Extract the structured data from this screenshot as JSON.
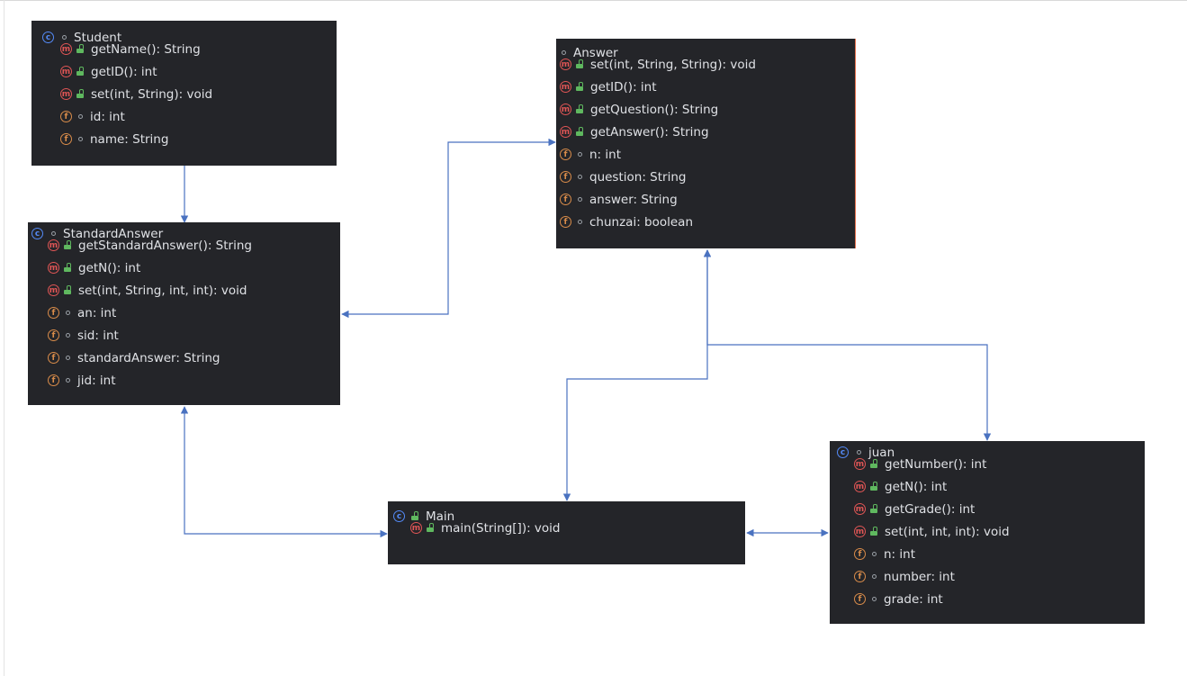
{
  "classes": {
    "student": {
      "header": {
        "name": "Student",
        "visibility": "package"
      },
      "members": [
        {
          "kind": "method",
          "visibility": "public",
          "signature": "getName(): String"
        },
        {
          "kind": "method",
          "visibility": "public",
          "signature": "getID(): int"
        },
        {
          "kind": "method",
          "visibility": "public",
          "signature": "set(int, String): void"
        },
        {
          "kind": "field",
          "visibility": "package",
          "signature": "id: int"
        },
        {
          "kind": "field",
          "visibility": "package",
          "signature": "name: String"
        }
      ]
    },
    "standard_answer": {
      "header": {
        "name": "StandardAnswer",
        "visibility": "package"
      },
      "members": [
        {
          "kind": "method",
          "visibility": "public",
          "signature": "getStandardAnswer(): String"
        },
        {
          "kind": "method",
          "visibility": "public",
          "signature": "getN(): int"
        },
        {
          "kind": "method",
          "visibility": "public",
          "signature": "set(int, String, int, int): void"
        },
        {
          "kind": "field",
          "visibility": "package",
          "signature": "an: int"
        },
        {
          "kind": "field",
          "visibility": "package",
          "signature": "sid: int"
        },
        {
          "kind": "field",
          "visibility": "package",
          "signature": "standardAnswer: String"
        },
        {
          "kind": "field",
          "visibility": "package",
          "signature": "jid: int"
        }
      ]
    },
    "answer": {
      "header": {
        "name": "Answer",
        "visibility": "package"
      },
      "members": [
        {
          "kind": "method",
          "visibility": "public",
          "signature": "set(int, String, String): void"
        },
        {
          "kind": "method",
          "visibility": "public",
          "signature": "getID(): int"
        },
        {
          "kind": "method",
          "visibility": "public",
          "signature": "getQuestion(): String"
        },
        {
          "kind": "method",
          "visibility": "public",
          "signature": "getAnswer(): String"
        },
        {
          "kind": "field",
          "visibility": "package",
          "signature": "n: int"
        },
        {
          "kind": "field",
          "visibility": "package",
          "signature": "question: String"
        },
        {
          "kind": "field",
          "visibility": "package",
          "signature": "answer: String"
        },
        {
          "kind": "field",
          "visibility": "package",
          "signature": "chunzai: boolean"
        }
      ]
    },
    "main": {
      "header": {
        "name": "Main",
        "visibility": "public"
      },
      "members": [
        {
          "kind": "method",
          "visibility": "public",
          "signature": "main(String[]): void"
        }
      ]
    },
    "juan": {
      "header": {
        "name": "juan",
        "visibility": "package"
      },
      "members": [
        {
          "kind": "method",
          "visibility": "public",
          "signature": "getNumber(): int"
        },
        {
          "kind": "method",
          "visibility": "public",
          "signature": "getN(): int"
        },
        {
          "kind": "method",
          "visibility": "public",
          "signature": "getGrade(): int"
        },
        {
          "kind": "method",
          "visibility": "public",
          "signature": "set(int, int, int): void"
        },
        {
          "kind": "field",
          "visibility": "package",
          "signature": "n: int"
        },
        {
          "kind": "field",
          "visibility": "package",
          "signature": "number: int"
        },
        {
          "kind": "field",
          "visibility": "package",
          "signature": "grade: int"
        }
      ]
    }
  },
  "icons": {
    "class": "class-c-icon",
    "method": "method-m-icon",
    "field": "field-f-icon",
    "public": "public-lock-icon",
    "package": "package-dot-icon"
  },
  "colors": {
    "box_background": "#242529",
    "text": "#dfe1e5",
    "connector": "#4a72c0",
    "class_icon": "#548af7",
    "method_icon": "#e05555",
    "field_icon": "#d98c4a",
    "public_icon": "#5fb85f"
  },
  "connections": [
    {
      "from": "Student",
      "to": "StandardAnswer",
      "arrow": "end"
    },
    {
      "from": "StandardAnswer",
      "to": "Answer",
      "arrow": "both"
    },
    {
      "from": "Main",
      "to": "StandardAnswer",
      "arrow": "both"
    },
    {
      "from": "Main",
      "to": "Answer",
      "arrow": "both"
    },
    {
      "from": "Answer",
      "to": "juan",
      "arrow": "both"
    },
    {
      "from": "Main",
      "to": "juan",
      "arrow": "both"
    }
  ]
}
